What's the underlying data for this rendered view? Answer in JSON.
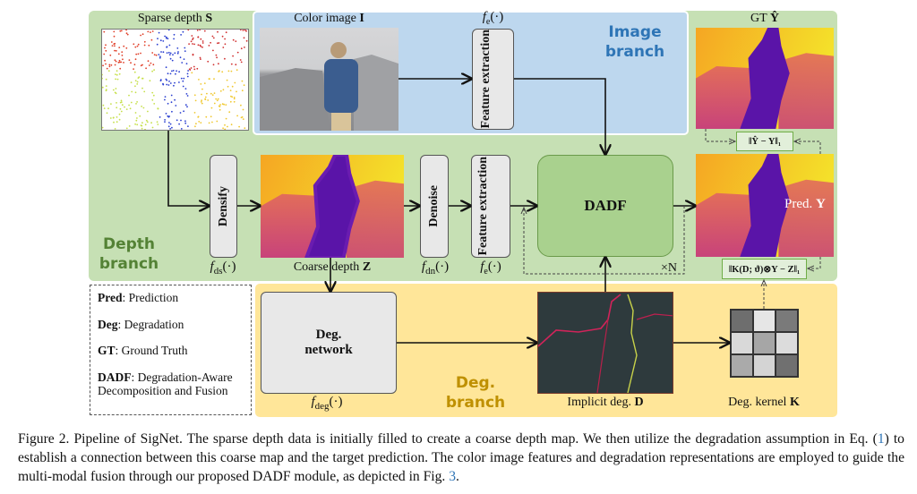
{
  "figure": {
    "panels": {
      "image_branch_label": [
        "Image",
        "branch"
      ],
      "depth_branch_label": [
        "Depth",
        "branch"
      ],
      "deg_branch_label": [
        "Deg.",
        "branch"
      ]
    },
    "colors": {
      "depth_panel": "#c6e0b4",
      "image_panel": "#bdd7ee",
      "deg_panel": "#ffe699",
      "dadf_fill": "#a9d18e",
      "image_branch_text": "#2e75b6",
      "depth_branch_text": "#548235",
      "deg_branch_text": "#bf9000"
    },
    "images": {
      "sparse_depth": {
        "label": "Sparse depth ",
        "symbol": "S"
      },
      "color_image": {
        "label": "Color image ",
        "symbol": "I"
      },
      "gt": {
        "label": "GT ",
        "symbol": "Ŷ"
      },
      "coarse_depth": {
        "label": "Coarse depth ",
        "symbol": "Z"
      },
      "prediction": {
        "label": "Pred. ",
        "symbol": "Y"
      },
      "implicit_deg": {
        "label": "Implicit deg. ",
        "symbol": "D"
      },
      "deg_kernel": {
        "label": "Deg. kernel ",
        "symbol": "K"
      }
    },
    "blocks": {
      "feature_extraction_top": {
        "label": "Feature extraction",
        "fn": "f",
        "sub": "e",
        "args": "(·)"
      },
      "densify": {
        "label": "Densify",
        "fn": "f",
        "sub": "ds",
        "args": "(·)"
      },
      "denoise": {
        "label": "Denoise",
        "fn": "f",
        "sub": "dn",
        "args": "(·)"
      },
      "feature_extraction_mid": {
        "label": "Feature extraction",
        "fn": "f",
        "sub": "e",
        "args": "(·)"
      },
      "dadf": {
        "label": "DADF",
        "repeat": "×N"
      },
      "deg_network": {
        "label_line1": "Deg.",
        "label_line2": "network",
        "fn": "f",
        "sub": "deg",
        "args": "(·)"
      }
    },
    "losses": {
      "gt_loss": "‖Ŷ − Y‖₁",
      "deg_loss": "‖K(D; ϑ)⊗Y − Z‖₁"
    },
    "kernel_cells": [
      "#6e6e6e",
      "#e6e6e6",
      "#7a7a7a",
      "#d9d9d9",
      "#a6a6a6",
      "#dcdcdc",
      "#aaaaaa",
      "#d4d4d4",
      "#707070"
    ],
    "legend": [
      {
        "key": "Pred",
        "desc": ": Prediction"
      },
      {
        "key": "Deg",
        "desc": ": Degradation"
      },
      {
        "key": "GT",
        "desc": ": Ground Truth"
      },
      {
        "key": "DADF",
        "desc": ": Degradation-Aware Decomposition and Fusion"
      }
    ]
  },
  "caption": {
    "part1": "Figure 2.  Pipeline of SigNet.  The sparse depth data is initially filled to create a coarse depth map.  We then utilize the degradation assumption in Eq. (",
    "ref1": "1",
    "part2": ") to establish a connection between this coarse map and the target prediction. The color image features and degradation representations are employed to guide the multi-modal fusion through our proposed DADF module, as depicted in Fig. ",
    "ref2": "3",
    "part3": "."
  }
}
